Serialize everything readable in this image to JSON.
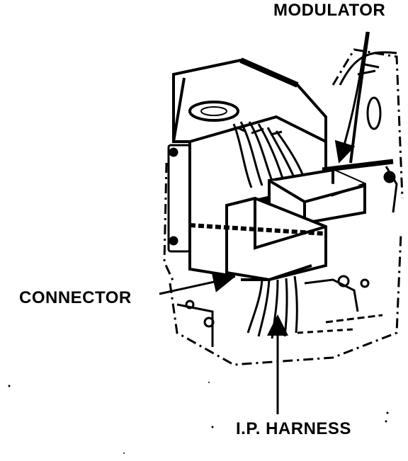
{
  "labels": {
    "modulator": "MODULATOR",
    "connector": "CONNECTOR",
    "harness": "I.P. HARNESS"
  },
  "colors": {
    "ink": "#000000",
    "paper": "#ffffff"
  }
}
